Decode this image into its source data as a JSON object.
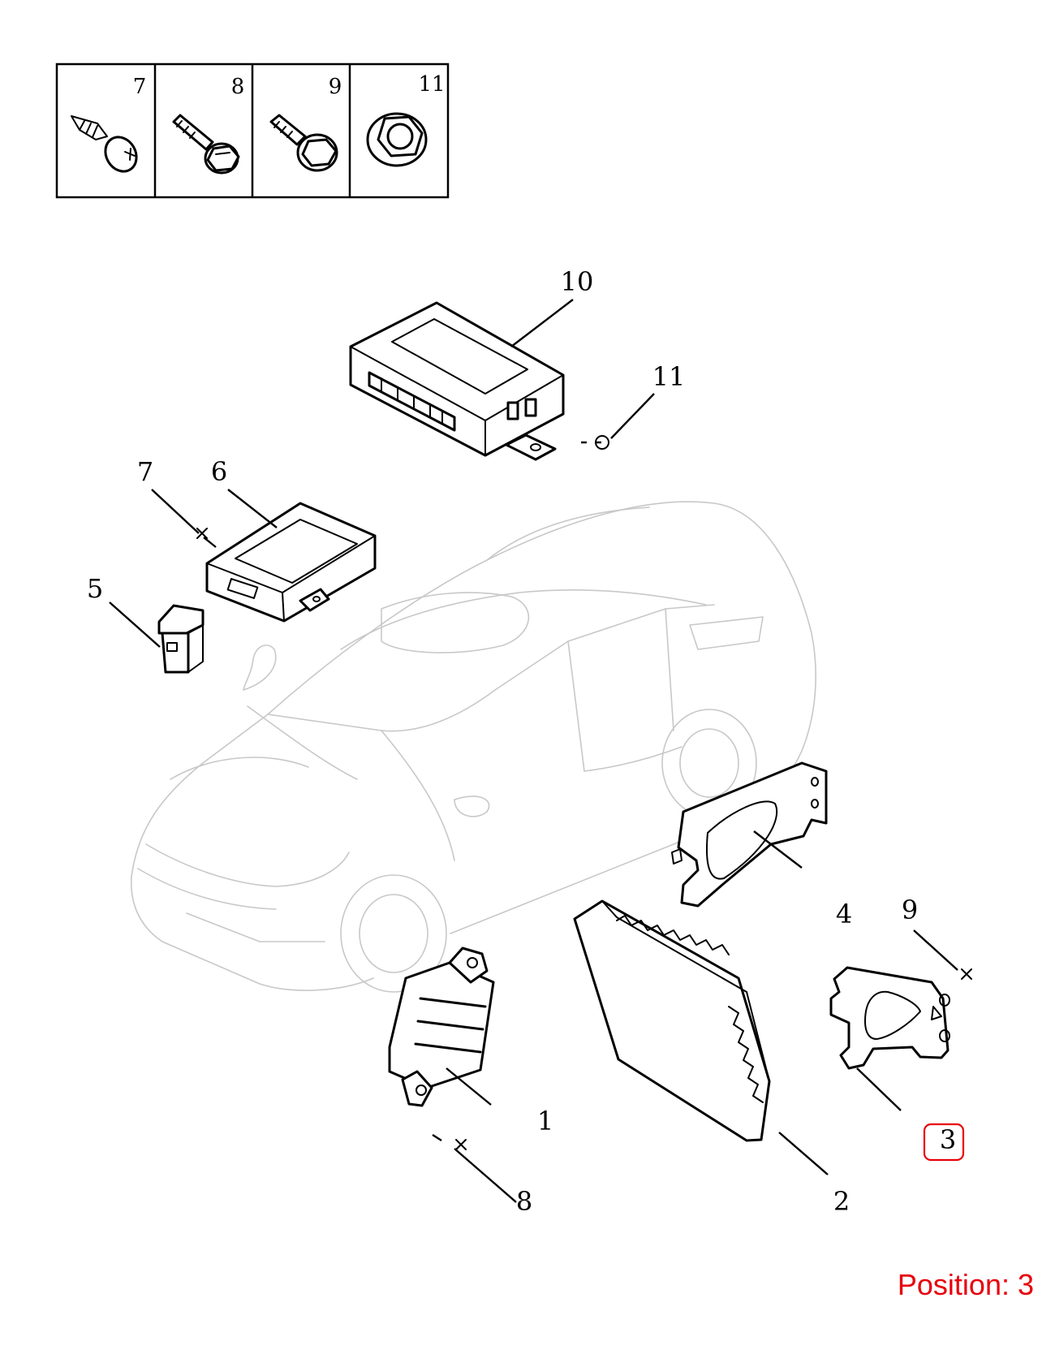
{
  "hardware_table": [
    {
      "id": "7",
      "icon": "tapping-screw-icon"
    },
    {
      "id": "8",
      "icon": "flange-bolt-icon"
    },
    {
      "id": "9",
      "icon": "washer-bolt-icon"
    },
    {
      "id": "11",
      "icon": "flange-nut-icon"
    }
  ],
  "callouts": {
    "c1": "1",
    "c2": "2",
    "c3": "3",
    "c4": "4",
    "c5": "5",
    "c6": "6",
    "c7": "7",
    "c8": "8",
    "c9": "9",
    "c10": "10",
    "c11": "11"
  },
  "highlight": {
    "part": "3",
    "color": "#e8000b"
  },
  "position_label": "Position: 3",
  "colors": {
    "line": "#000000",
    "vehicle": "#c8c8c8",
    "accent": "#e8000b"
  }
}
